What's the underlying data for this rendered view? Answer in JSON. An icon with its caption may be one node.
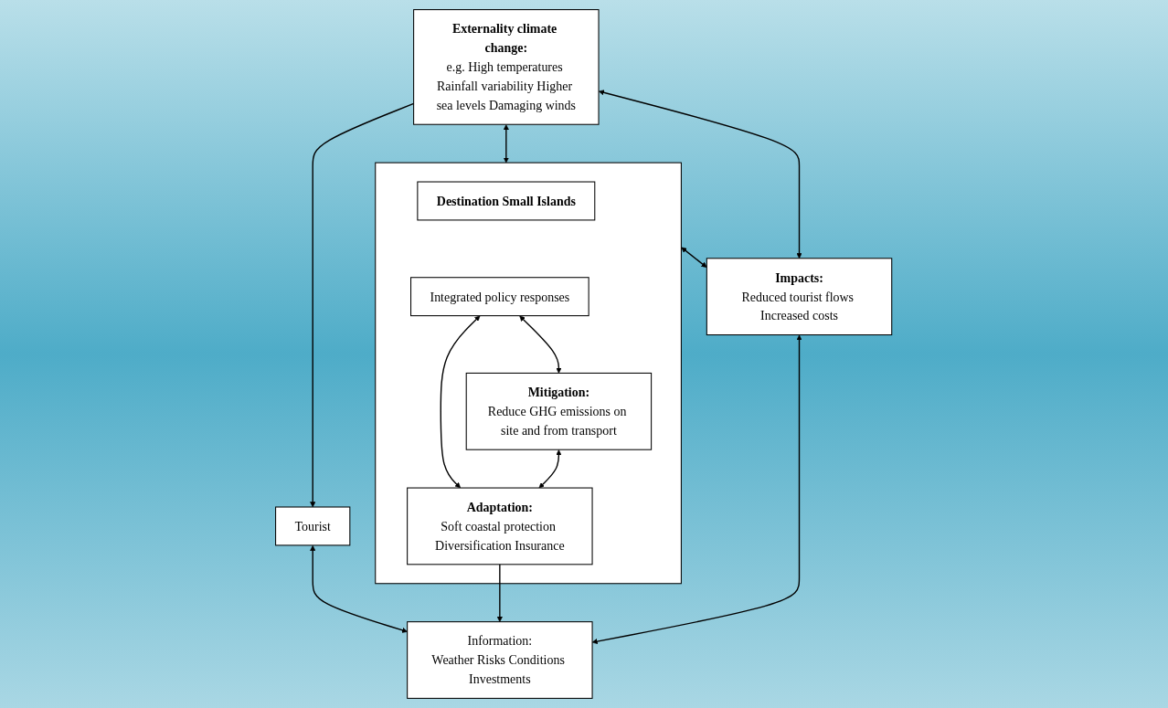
{
  "diagram": {
    "nodes": [
      {
        "text": [
          "Tourist"
        ]
      },
      {
        "text": [
          "Externality climate change:",
          "e.g. High temperatures Rainfall variability Higher sea levels Damaging winds"
        ]
      },
      {
        "text": [],
        "shape": "box"
      },
      {
        "text": [
          "Destination Small Islands"
        ],
        "in": 2
      },
      {
        "text": [
          "Integrated policy responses"
        ],
        "in": 2
      },
      {
        "text": [
          "Mitigation:",
          "Reduce GHG emissions on site and from transport"
        ],
        "in": 2
      },
      {
        "text": [
          "Adaptation:",
          "Soft coastal protection Diversification Insurance"
        ],
        "in": 2
      },
      {
        "text": [
          "Information:",
          "Weather Risks Conditions Investments"
        ]
      },
      {
        "text": [
          "Impacts:",
          "Reduced tourist flows Increased costs"
        ]
      }
    ],
    "edges": [
      {
        "from": 1,
        "to": 0,
        "arrow": "to"
      },
      {
        "from": 0,
        "to": 7,
        "arrow": "both"
      },
      {
        "from": 1,
        "to": 2,
        "arrow": "both"
      },
      {
        "from": 4,
        "to": 5,
        "arrow": "both"
      },
      {
        "from": 4,
        "to": 6,
        "arrow": "both"
      },
      {
        "from": 5,
        "to": 6,
        "arrow": "both"
      },
      {
        "from": 2,
        "to": 8,
        "arrow": "both"
      },
      {
        "from": 1,
        "to": 8,
        "arrow": "both"
      },
      {
        "from": 6,
        "to": 7,
        "arrow": "to"
      },
      {
        "from": 8,
        "to": 7,
        "arrow": "both"
      }
    ]
  }
}
